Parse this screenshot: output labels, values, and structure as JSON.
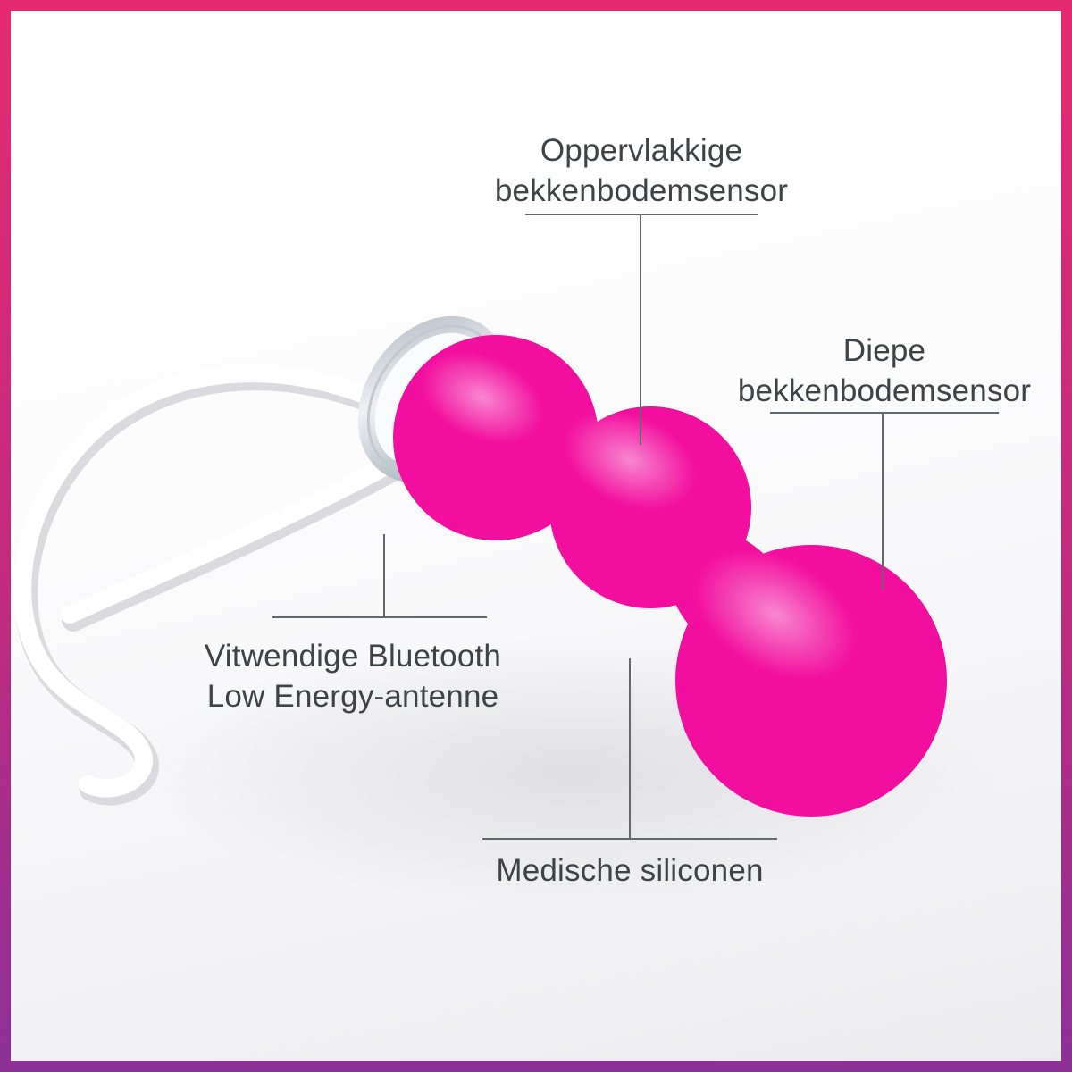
{
  "colors": {
    "frame_top": "#e62a72",
    "frame_bottom": "#8c3197",
    "body_pink": "#f20f9f",
    "cord_white": "#ffffff",
    "cap_silver": "#c9d0d8",
    "text": "#3e4347",
    "line": "#63686c"
  },
  "annotations": {
    "surface_sensor": {
      "line1": "Oppervlakkige",
      "line2": "bekkenbodemsensor"
    },
    "deep_sensor": {
      "line1": "Diepe",
      "line2": "bekkenbodemsensor"
    },
    "antenna": {
      "line1": "Vitwendige Bluetooth",
      "line2": "Low Energy-antenne"
    },
    "silicone": {
      "line1": "Medische siliconen"
    }
  }
}
